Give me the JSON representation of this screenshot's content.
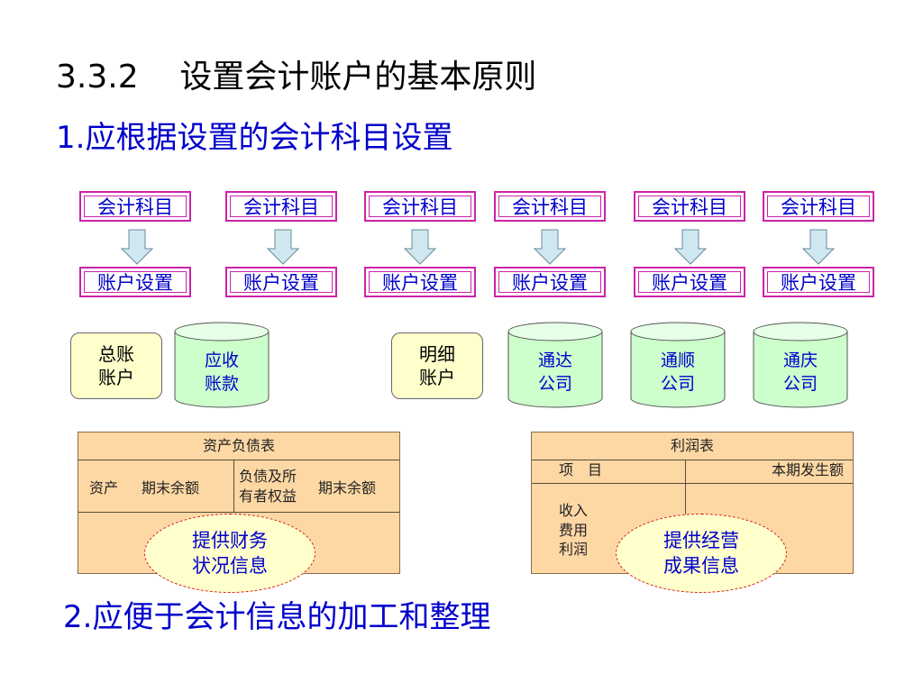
{
  "title": "3.3.2    设置会计账户的基本原则",
  "section1": "1.应根据设置的会计科目设置",
  "section2": "2.应便于会计信息的加工和整理",
  "subject_boxes": [
    "会计科目",
    "会计科目",
    "会计科目",
    "会计科目",
    "会计科目",
    "会计科目"
  ],
  "account_boxes": [
    "账户设置",
    "账户设置",
    "账户设置",
    "账户设置",
    "账户设置",
    "账户设置"
  ],
  "ledgers": {
    "general": [
      "总账",
      "账户"
    ],
    "receivable": [
      "应收",
      "账款"
    ],
    "detail": [
      "明细",
      "账户"
    ],
    "tongda": [
      "通达",
      "公司"
    ],
    "tongshun": [
      "通顺",
      "公司"
    ],
    "tongqing": [
      "通庆",
      "公司"
    ]
  },
  "balance_sheet": {
    "title": "资产负债表",
    "asset": "资产",
    "asset_balance": "期末余额",
    "liab": [
      "负债及所",
      "有者权益"
    ],
    "liab_balance": "期末余额",
    "note": [
      "提供财务",
      "状况信息"
    ]
  },
  "income_statement": {
    "title": "利润表",
    "item": "项　目",
    "amount": "本期发生额",
    "rows": [
      "收入",
      "费用",
      "利润"
    ],
    "note": [
      "提供经营",
      "成果信息"
    ]
  },
  "colors": {
    "heading": "#0000cc",
    "box_border": "#cc22aa",
    "arrow_fill": "#cfe8f0",
    "ledger_fill": "#ffffcc",
    "cylinder_fill": "#ccffcc",
    "table_fill": "#fdd8a4",
    "ellipse_border": "#d81b1b"
  }
}
